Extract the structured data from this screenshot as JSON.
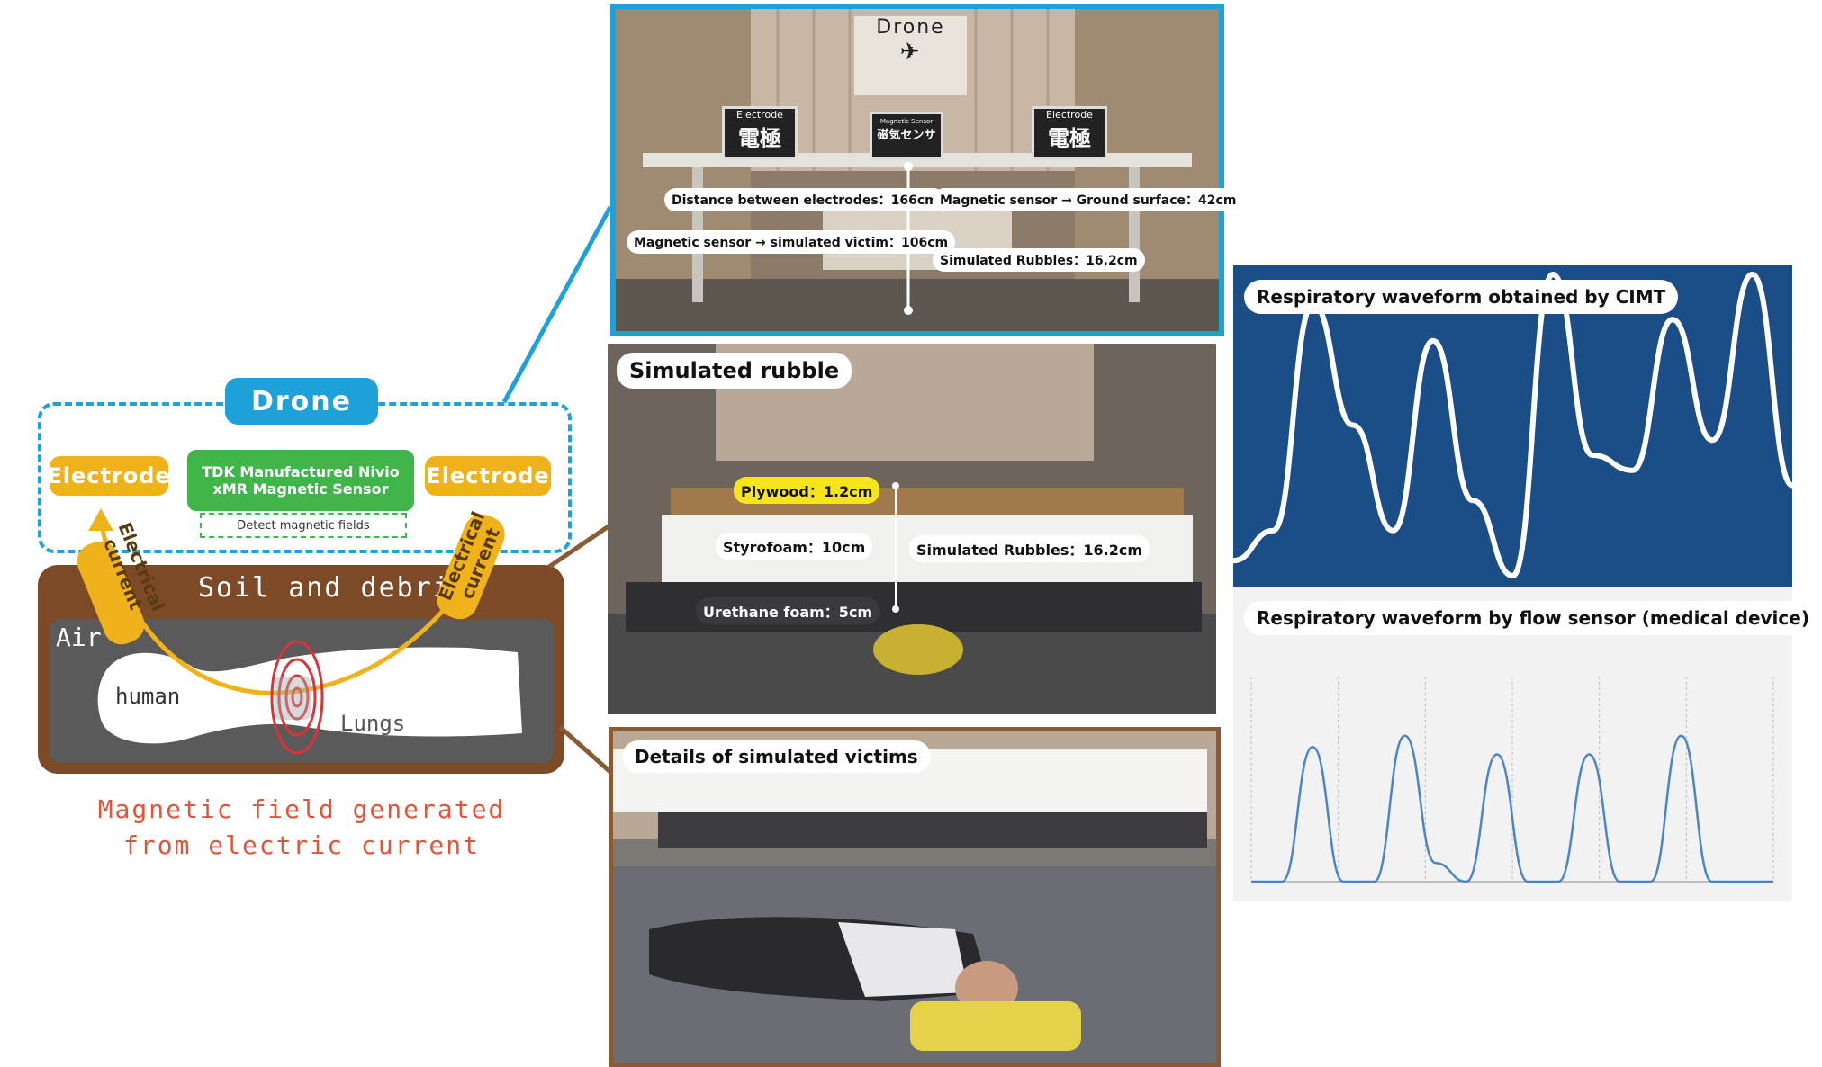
{
  "diagram": {
    "drone": "Drone",
    "electrode_left": "Electrode",
    "electrode_right": "Electrode",
    "sensor_line1": "TDK Manufactured Nivio",
    "sensor_line2": "xMR Magnetic Sensor",
    "detect": "Detect magnetic fields",
    "current_left_1": "Electrical",
    "current_left_2": "current",
    "current_right_1": "Electrical",
    "current_right_2": "current",
    "soil": "Soil and debris",
    "air": "Air",
    "human": "human",
    "lungs": "Lungs",
    "caption_line1": "Magnetic field generated",
    "caption_line2": "from electric current"
  },
  "photo_top": {
    "drone_sign": "Drone",
    "sensor_sign_small": "Magnetic Sensor",
    "sensor_sign_jp": "磁気センサ",
    "electrode_en": "Electrode",
    "electrode_jp": "電極",
    "label_distance": "Distance between electrodes：166cm",
    "label_ground": "Magnetic sensor → Ground surface：42cm",
    "label_victim": "Magnetic sensor → simulated victim：106cm",
    "label_rubbles": "Simulated Rubbles：16.2cm"
  },
  "photo_mid": {
    "title": "Simulated rubble",
    "plywood": "Plywood：1.2cm",
    "styrofoam": "Styrofoam：10cm",
    "rubbles": "Simulated Rubbles：16.2cm",
    "urethane": "Urethane foam：5cm"
  },
  "photo_bot": {
    "title": "Details of simulated victims"
  },
  "chart_data": [
    {
      "type": "line",
      "title": "Respiratory waveform obtained by CIMT",
      "series": [
        {
          "values": [
            0.05,
            0.15,
            0.9,
            0.5,
            0.15,
            0.78,
            0.25,
            0.0,
            1.0,
            0.4,
            0.35,
            0.85,
            0.45,
            1.0,
            0.3
          ]
        }
      ],
      "colors": {
        "background": "#1b4d87",
        "line": "#ffffff"
      }
    },
    {
      "type": "line",
      "title": "Respiratory waveform by flow sensor (medical device)",
      "series": [
        {
          "values": [
            0,
            0,
            0.72,
            0,
            0,
            0.78,
            0.1,
            0,
            0.68,
            0,
            0,
            0.68,
            0,
            0,
            0.78,
            0,
            0,
            0
          ]
        }
      ],
      "colors": {
        "background": "#f2f2f2",
        "line": "#4a86c6"
      }
    }
  ]
}
